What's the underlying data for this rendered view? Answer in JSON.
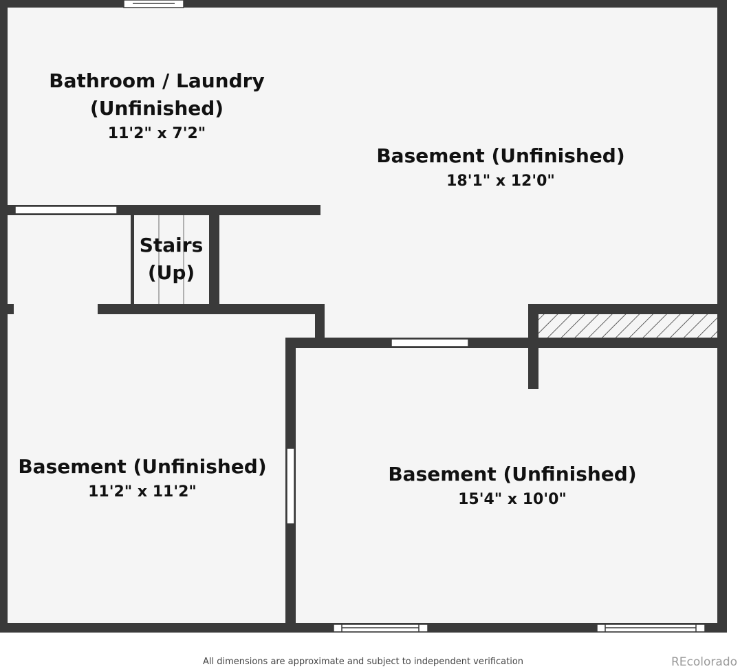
{
  "rooms": {
    "bathroom_laundry": {
      "name_line1": "Bathroom / Laundry",
      "name_line2": "(Unfinished)",
      "dims": "11'2\" x 7'2\""
    },
    "basement_north": {
      "name": "Basement (Unfinished)",
      "dims": "18'1\" x 12'0\""
    },
    "stairs": {
      "name_line1": "Stairs",
      "name_line2": "(Up)"
    },
    "basement_southwest": {
      "name": "Basement (Unfinished)",
      "dims": "11'2\" x 11'2\""
    },
    "basement_southeast": {
      "name": "Basement (Unfinished)",
      "dims": "15'4\" x 10'0\""
    }
  },
  "footer": {
    "disclaimer": "All dimensions are approximate and subject to independent verification"
  },
  "watermark": {
    "text": "REcolorado"
  },
  "colors": {
    "wall": "#3a3a3a",
    "floor": "#f5f5f5",
    "window": "#ffffff",
    "background": "#ffffff"
  }
}
